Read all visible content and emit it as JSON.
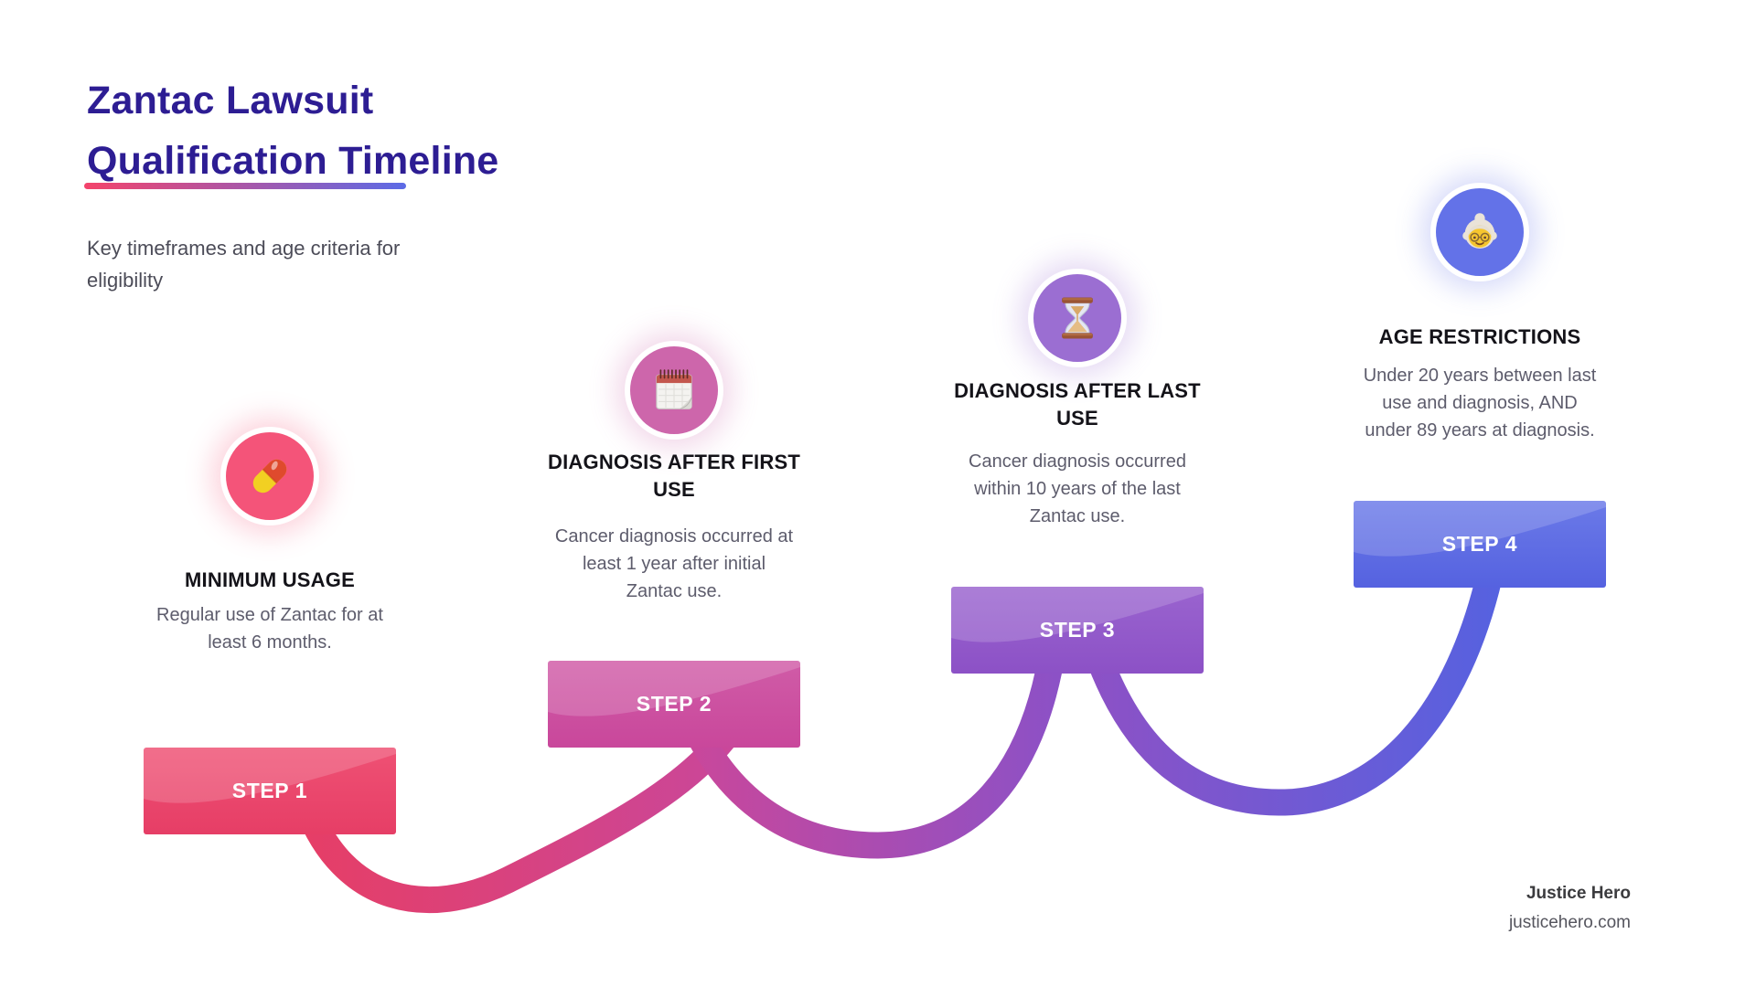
{
  "page": {
    "background": "#ffffff"
  },
  "header": {
    "title_lines": [
      "Zantac Lawsuit",
      "Qualification Timeline"
    ],
    "title_color": "#2d1d93",
    "underline_gradient_start": "#f4436b",
    "underline_gradient_end": "#5c6be6",
    "subtitle_lines": [
      "Key timeframes and age criteria for",
      "eligibility"
    ]
  },
  "steps": [
    {
      "label": "STEP 1",
      "icon": "pill-icon",
      "heading_lines": [
        "MINIMUM USAGE"
      ],
      "desc_lines": [
        "Regular use of Zantac for at",
        "least 6 months."
      ],
      "circle_color": "#f45479",
      "box_top_color": "#ef5174",
      "box_bottom_color": "#e63e66"
    },
    {
      "label": "STEP 2",
      "icon": "spiral-calendar-icon",
      "heading_lines": [
        "DIAGNOSIS AFTER FIRST",
        "USE"
      ],
      "desc_lines": [
        "Cancer diagnosis occurred at",
        "least 1 year after initial",
        "Zantac use."
      ],
      "circle_color": "#cd66ab",
      "box_top_color": "#d05ca7",
      "box_bottom_color": "#c9479b"
    },
    {
      "label": "STEP 3",
      "icon": "hourglass-icon",
      "heading_lines": [
        "DIAGNOSIS AFTER LAST",
        "USE"
      ],
      "desc_lines": [
        "Cancer diagnosis occurred",
        "within 10 years of the last",
        "Zantac use."
      ],
      "circle_color": "#9b6ed2",
      "box_top_color": "#9a64cf",
      "box_bottom_color": "#8c51c6"
    },
    {
      "label": "STEP 4",
      "icon": "elderly-woman-icon",
      "heading_lines": [
        "AGE RESTRICTIONS"
      ],
      "desc_lines": [
        "Under 20 years between last",
        "use and diagnosis, AND",
        "under 89 years at diagnosis."
      ],
      "circle_color": "#6372e8",
      "box_top_color": "#6b7ae8",
      "box_bottom_color": "#5562e0"
    }
  ],
  "footer": {
    "brand": "Justice Hero",
    "website": "justicehero.com"
  }
}
